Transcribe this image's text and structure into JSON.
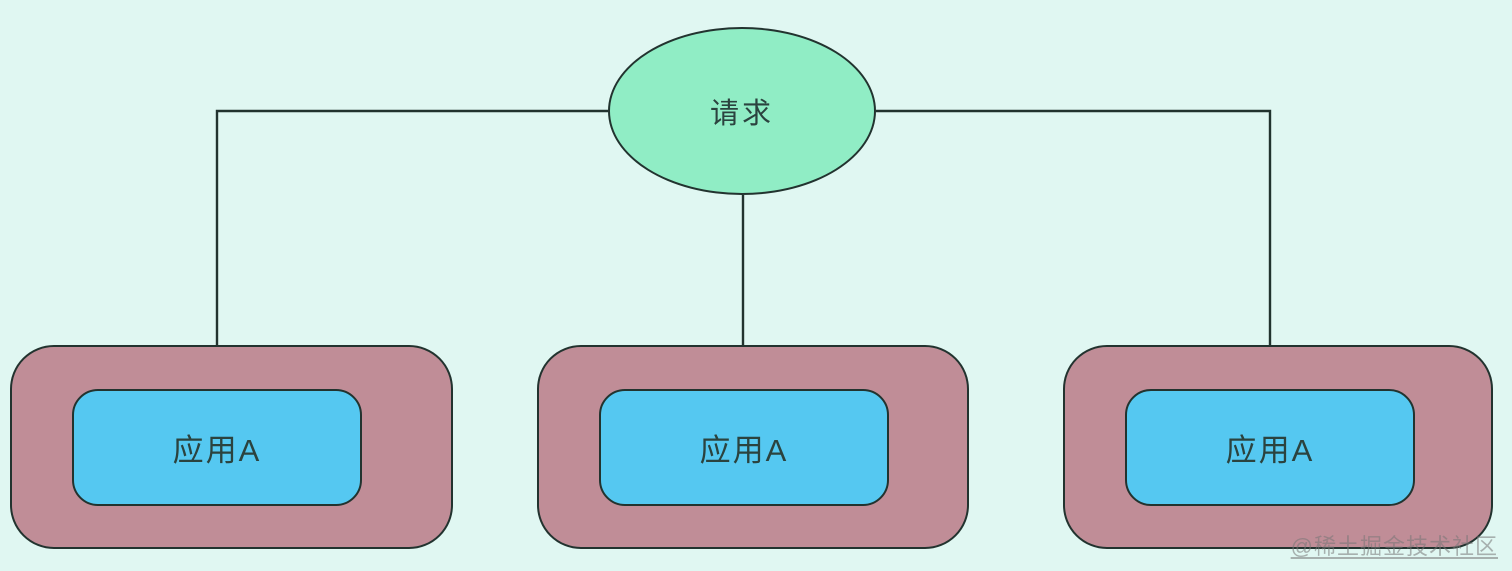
{
  "colors": {
    "bg": "#e0f7f2",
    "node-mint": "#90edc5",
    "group-mauve": "#c08d97",
    "app-blue": "#55c8f1",
    "stroke": "#22332f",
    "text": "#2b433f",
    "watermark": "rgba(118,118,118,0.55)"
  },
  "diagram": {
    "request": {
      "label": "请求"
    },
    "apps": [
      {
        "label": "应用A"
      },
      {
        "label": "应用A"
      },
      {
        "label": "应用A"
      }
    ],
    "edges": [
      {
        "from": "request-node",
        "to": "app-node-1"
      },
      {
        "from": "request-node",
        "to": "app-node-2"
      },
      {
        "from": "request-node",
        "to": "app-node-3"
      }
    ]
  },
  "watermark": {
    "text": "@稀土掘金技术社区"
  }
}
